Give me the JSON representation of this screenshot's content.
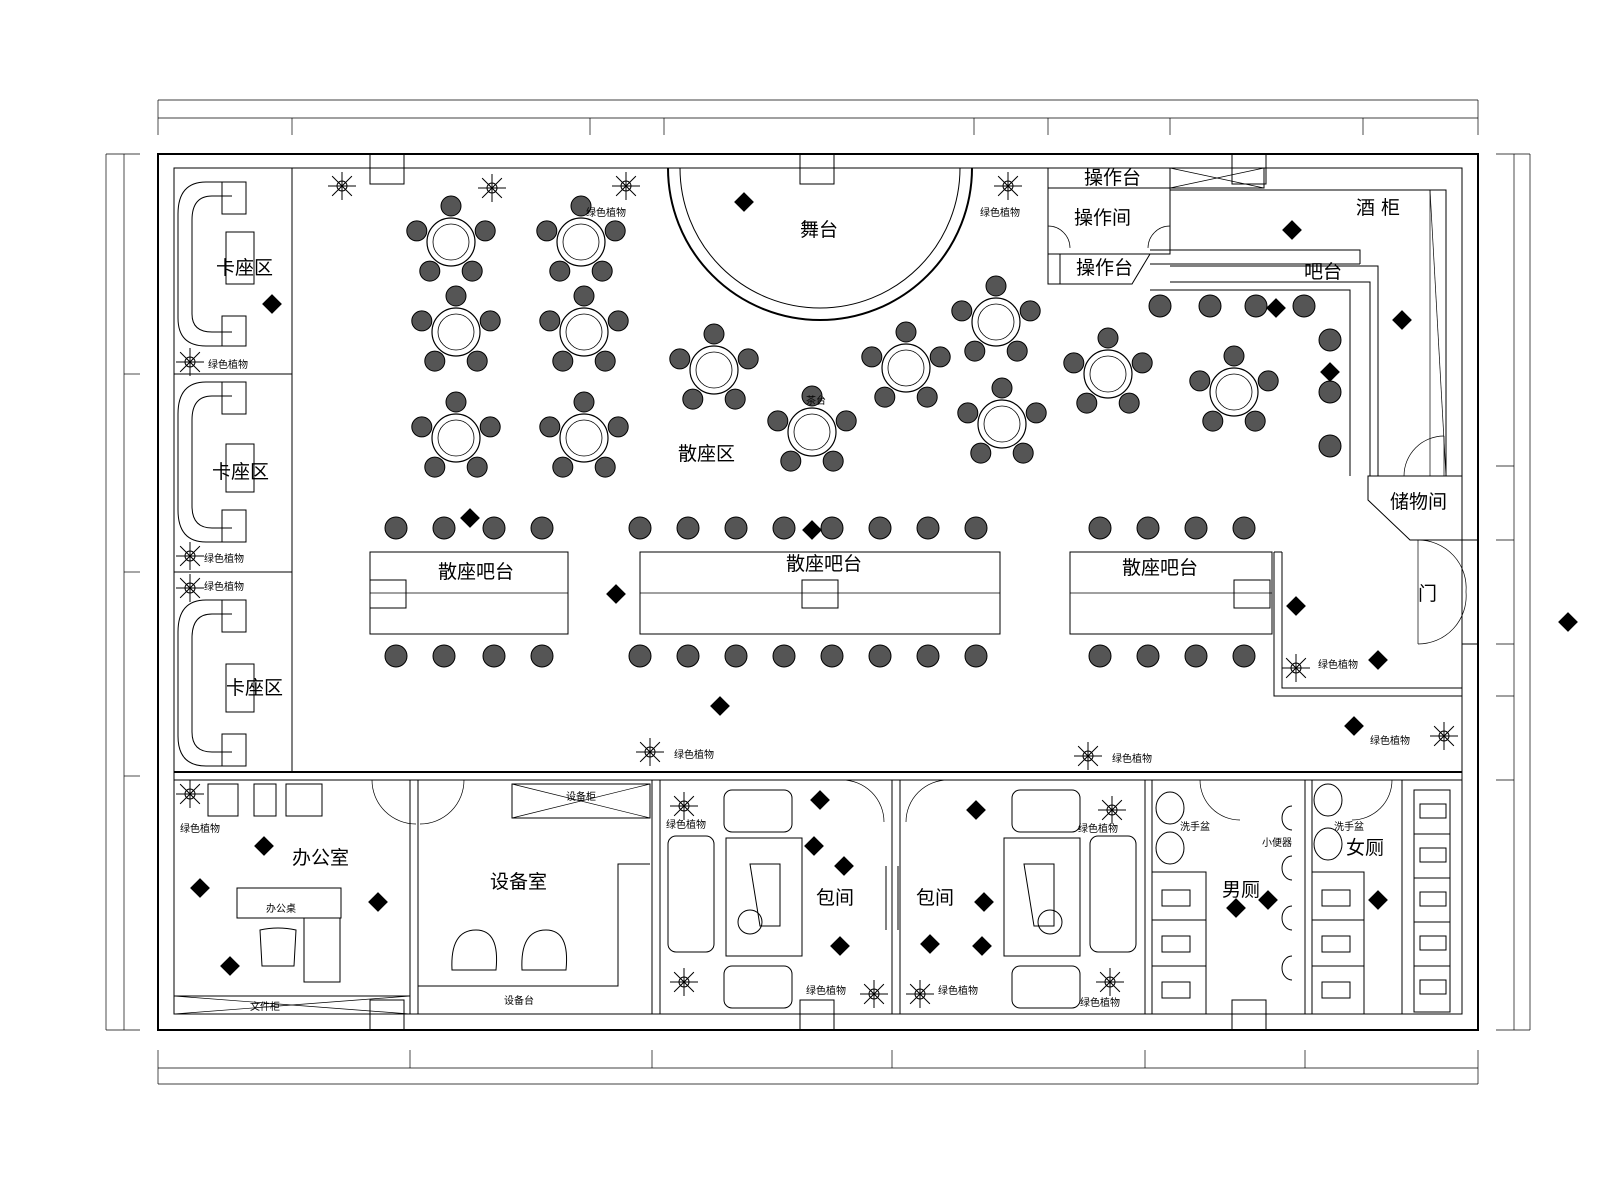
{
  "labels": {
    "booth_1": "卡座区",
    "booth_2": "卡座区",
    "booth_3": "卡座区",
    "stage": "舞台",
    "operation_top": "操作台",
    "operation_room": "操作间",
    "operation_bottom": "操作台",
    "wine_cabinet": "酒 柜",
    "bar": "吧台",
    "loose_seating": "散座区",
    "storage": "储物间",
    "bar_table_1": "散座吧台",
    "bar_table_2": "散座吧台",
    "bar_table_3": "散座吧台",
    "door": "门",
    "office": "办公室",
    "office_desk": "办公桌",
    "equipment_room": "设备室",
    "equipment_desk": "设备台",
    "equipment_cab": "设备柜",
    "private_room_1": "包间",
    "private_room_2": "包间",
    "mens_wc": "男厕",
    "womens_wc": "女厕",
    "washbasin_1": "洗手盆",
    "washbasin_2": "洗手盆",
    "urinal": "小便器",
    "plants_1": "绿色植物",
    "plants_2": "绿色植物",
    "plants_3": "绿色植物",
    "plants_4": "绿色植物",
    "plants_5": "绿色植物",
    "plants_6": "绿色植物",
    "plants_7": "绿色植物",
    "plants_8": "绿色植物",
    "plants_9": "绿色植物",
    "plants_10": "绿色植物",
    "plants_11": "绿色植物",
    "plants_12": "绿色植物",
    "plants_13": "绿色植物",
    "plants_14": "绿色植物",
    "plants_15": "绿色植物",
    "tea_table": "茶台",
    "shelf": "文件柜"
  }
}
